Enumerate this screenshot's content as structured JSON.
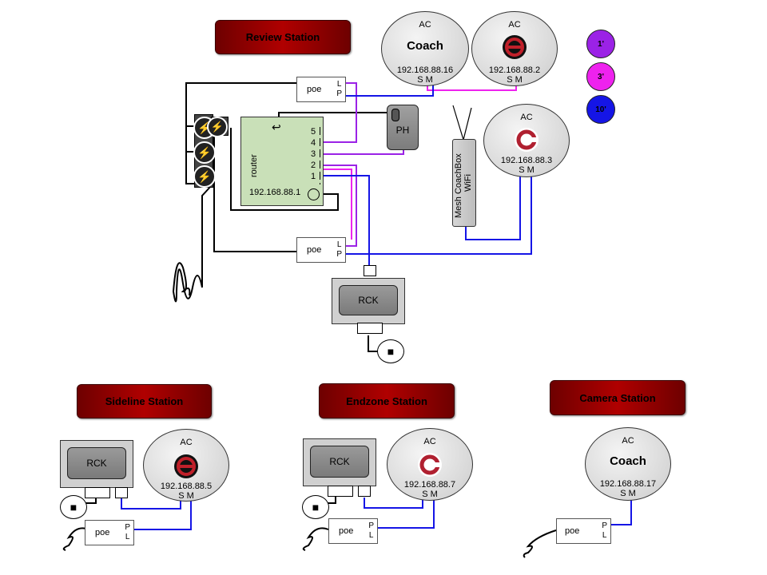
{
  "stations": {
    "review": "Review Station",
    "sideline": "Sideline Station",
    "endzone": "Endzone Station",
    "camera": "Camera Station"
  },
  "legend": [
    {
      "label": "1'",
      "color": "#9b22e6"
    },
    {
      "label": "3'",
      "color": "#ee22ee"
    },
    {
      "label": "10'",
      "color": "#1515e6"
    }
  ],
  "review": {
    "ac_coach": {
      "ac": "AC",
      "name": "Coach",
      "ip": "192.168.88.16",
      "sm": "S M"
    },
    "ac_logo1": {
      "ac": "AC",
      "ip": "192.168.88.2",
      "sm": "S M"
    },
    "ac_logo2": {
      "ac": "AC",
      "ip": "192.168.88.3",
      "sm": "S M"
    },
    "poe_top": {
      "label": "poe",
      "l": "L",
      "p": "P"
    },
    "poe_bottom": {
      "label": "poe",
      "l": "L",
      "p": "P"
    },
    "router": {
      "label": "router",
      "ip": "192.168.88.1",
      "ports": [
        "5",
        "4",
        "3",
        "2",
        "1"
      ]
    },
    "ph": "PH",
    "mesh": {
      "line1": "Mesh CoachBox",
      "line2": "WiFi"
    },
    "rck": "RCK"
  },
  "sideline": {
    "rck": "RCK",
    "ac": {
      "ac": "AC",
      "ip": "192.168.88.5",
      "sm": "S M"
    },
    "poe": {
      "label": "poe",
      "p": "P",
      "l": "L"
    }
  },
  "endzone": {
    "rck": "RCK",
    "ac": {
      "ac": "AC",
      "ip": "192.168.88.7",
      "sm": "S M"
    },
    "poe": {
      "label": "poe",
      "p": "P",
      "l": "L"
    }
  },
  "camera": {
    "ac": {
      "ac": "AC",
      "name": "Coach",
      "ip": "192.168.88.17",
      "sm": "S M"
    },
    "poe": {
      "label": "poe",
      "p": "P",
      "l": "L"
    }
  }
}
